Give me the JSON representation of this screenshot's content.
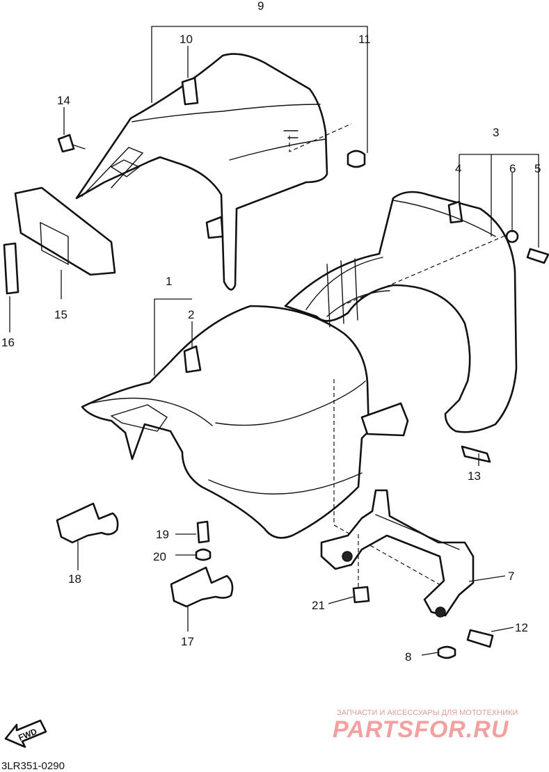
{
  "diagram_code": "3LR351-0290",
  "fwd_label": "FWD",
  "watermark": {
    "tagline": "ЗАПЧАСТИ И АКСЕССУАРЫ ДЛЯ МОТОТЕХНИКИ",
    "brand": "PARTSFOR.RU"
  },
  "callouts": {
    "c1": "1",
    "c2": "2",
    "c3": "3",
    "c4": "4",
    "c5": "5",
    "c6": "6",
    "c7": "7",
    "c8": "8",
    "c9": "9",
    "c10": "10",
    "c11": "11",
    "c12": "12",
    "c13": "13",
    "c14": "14",
    "c15": "15",
    "c16": "16",
    "c17": "17",
    "c18": "18",
    "c19": "19",
    "c20": "20",
    "c21": "21"
  }
}
